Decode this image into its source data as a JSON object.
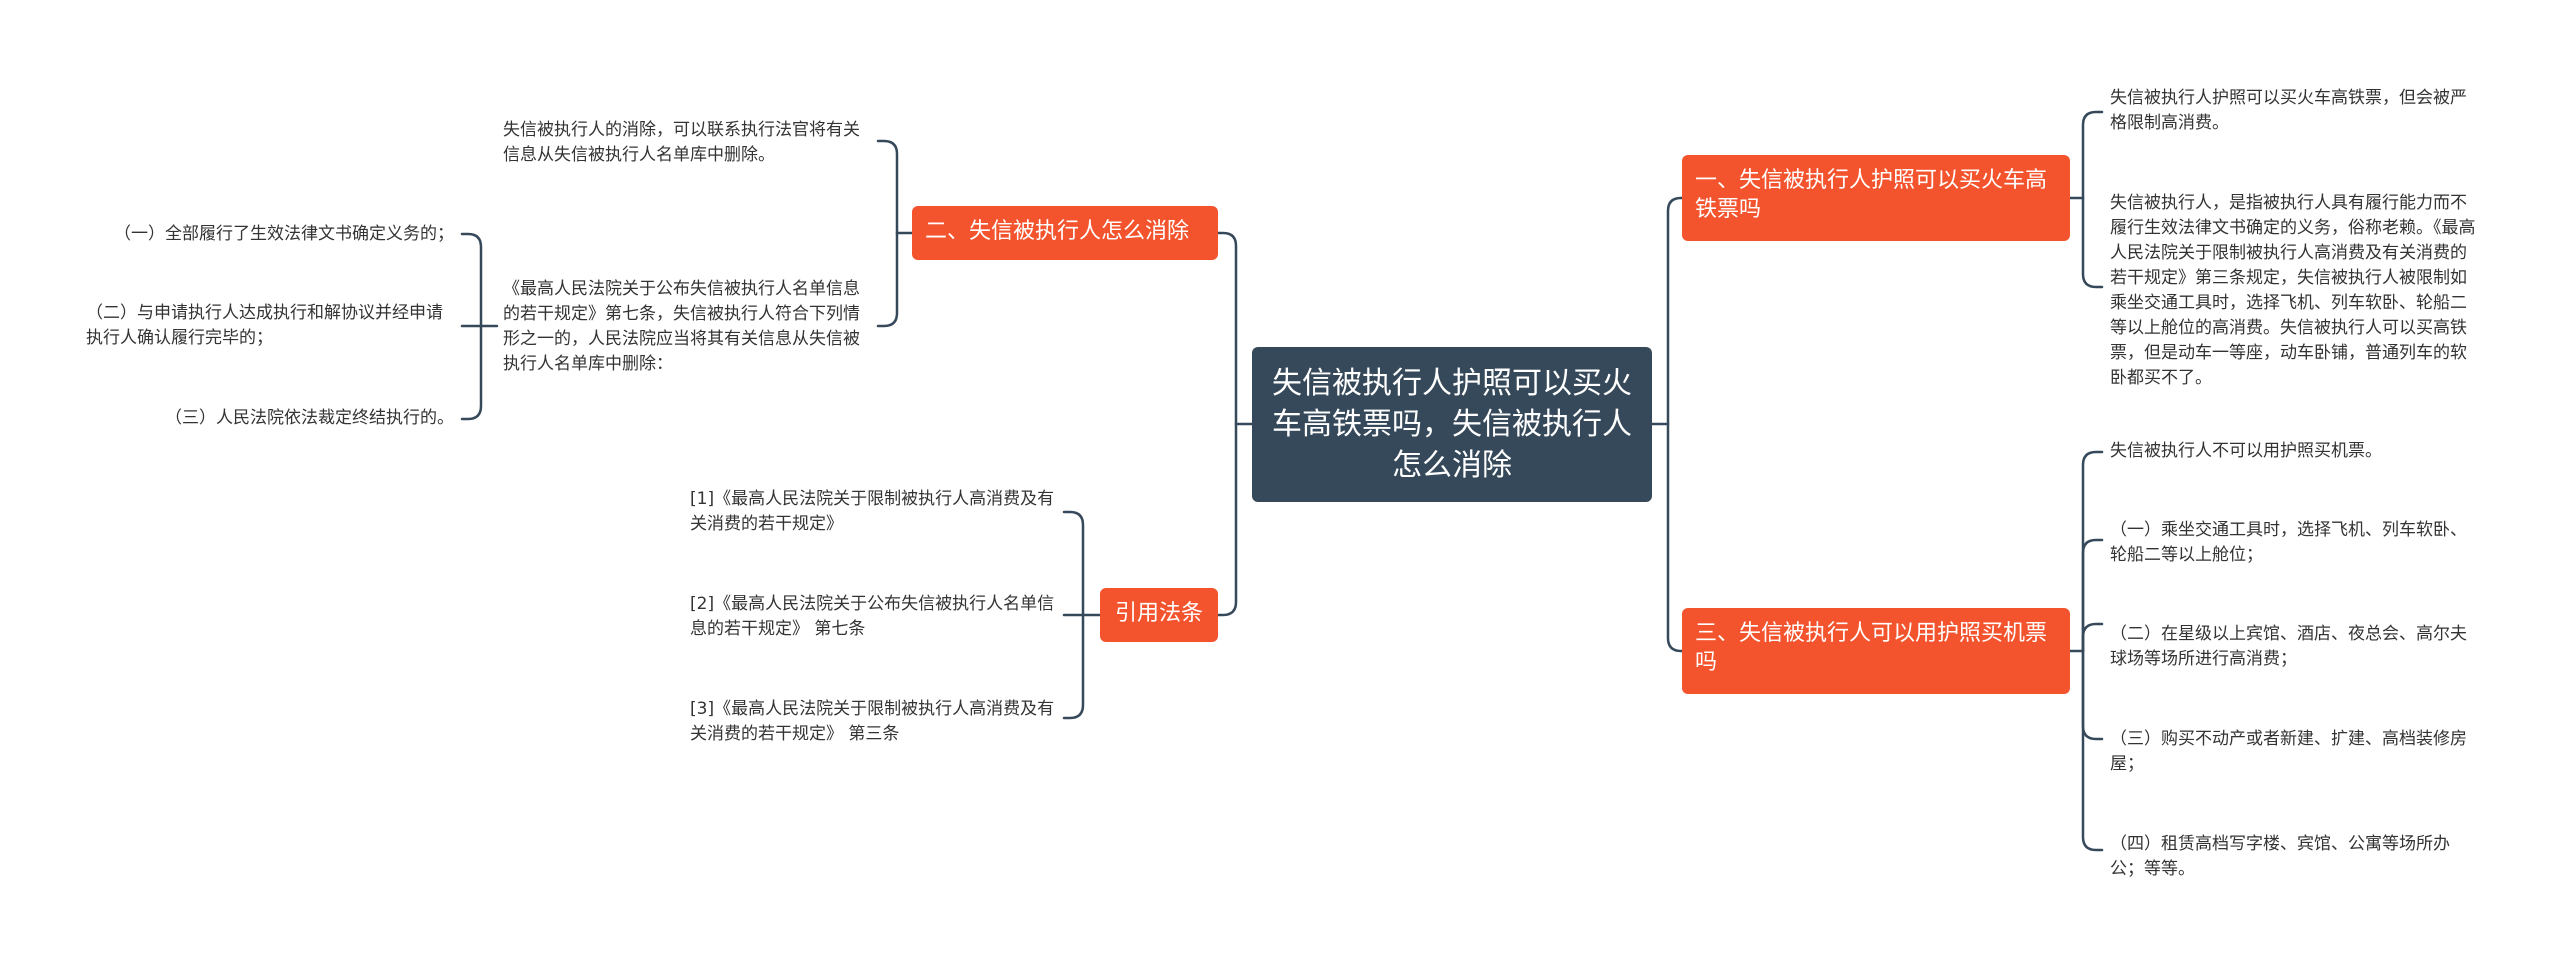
{
  "mindmap": {
    "root": {
      "label": "失信被执行人护照可以买火车高铁票吗，失信被执行人怎么消除"
    },
    "branch1": {
      "label": "一、失信被执行人护照可以买火车高铁票吗",
      "leaves": [
        "失信被执行人护照可以买火车高铁票，但会被严格限制高消费。",
        "失信被执行人，是指被执行人具有履行能力而不履行生效法律文书确定的义务，俗称老赖。《最高人民法院关于限制被执行人高消费及有关消费的若干规定》第三条规定，失信被执行人被限制如乘坐交通工具时，选择飞机、列车软卧、轮船二等以上舱位的高消费。失信被执行人可以买高铁票，但是动车一等座，动车卧铺，普通列车的软卧都买不了。"
      ]
    },
    "branch3": {
      "label": "三、失信被执行人可以用护照买机票吗",
      "leaves": [
        "失信被执行人不可以用护照买机票。",
        "（一）乘坐交通工具时，选择飞机、列车软卧、轮船二等以上舱位；",
        "（二）在星级以上宾馆、酒店、夜总会、高尔夫球场等场所进行高消费；",
        "（三）购买不动产或者新建、扩建、高档装修房屋；",
        "（四）租赁高档写字楼、宾馆、公寓等场所办公；等等。"
      ]
    },
    "branch2": {
      "label": "二、失信被执行人怎么消除",
      "leaves": [
        "失信被执行人的消除，可以联系执行法官将有关信息从失信被执行人名单库中删除。",
        "《最高人民法院关于公布失信被执行人名单信息的若干规定》第七条，失信被执行人符合下列情形之一的，人民法院应当将其有关信息从失信被执行人名单库中删除："
      ],
      "subleaves": [
        "（一）全部履行了生效法律文书确定义务的；",
        "（二）与申请执行人达成执行和解协议并经申请执行人确认履行完毕的；",
        "（三）人民法院依法裁定终结执行的。"
      ]
    },
    "references": {
      "label": "引用法条",
      "leaves": [
        "[1]《最高人民法院关于限制被执行人高消费及有关消费的若干规定》",
        "[2]《最高人民法院关于公布失信被执行人名单信息的若干规定》 第七条",
        "[3]《最高人民法院关于限制被执行人高消费及有关消费的若干规定》 第三条"
      ]
    },
    "colors": {
      "root_fill": "#36495a",
      "branch_fill": "#f4542d",
      "connector": "#36495a",
      "leaf_text": "#333333"
    }
  }
}
